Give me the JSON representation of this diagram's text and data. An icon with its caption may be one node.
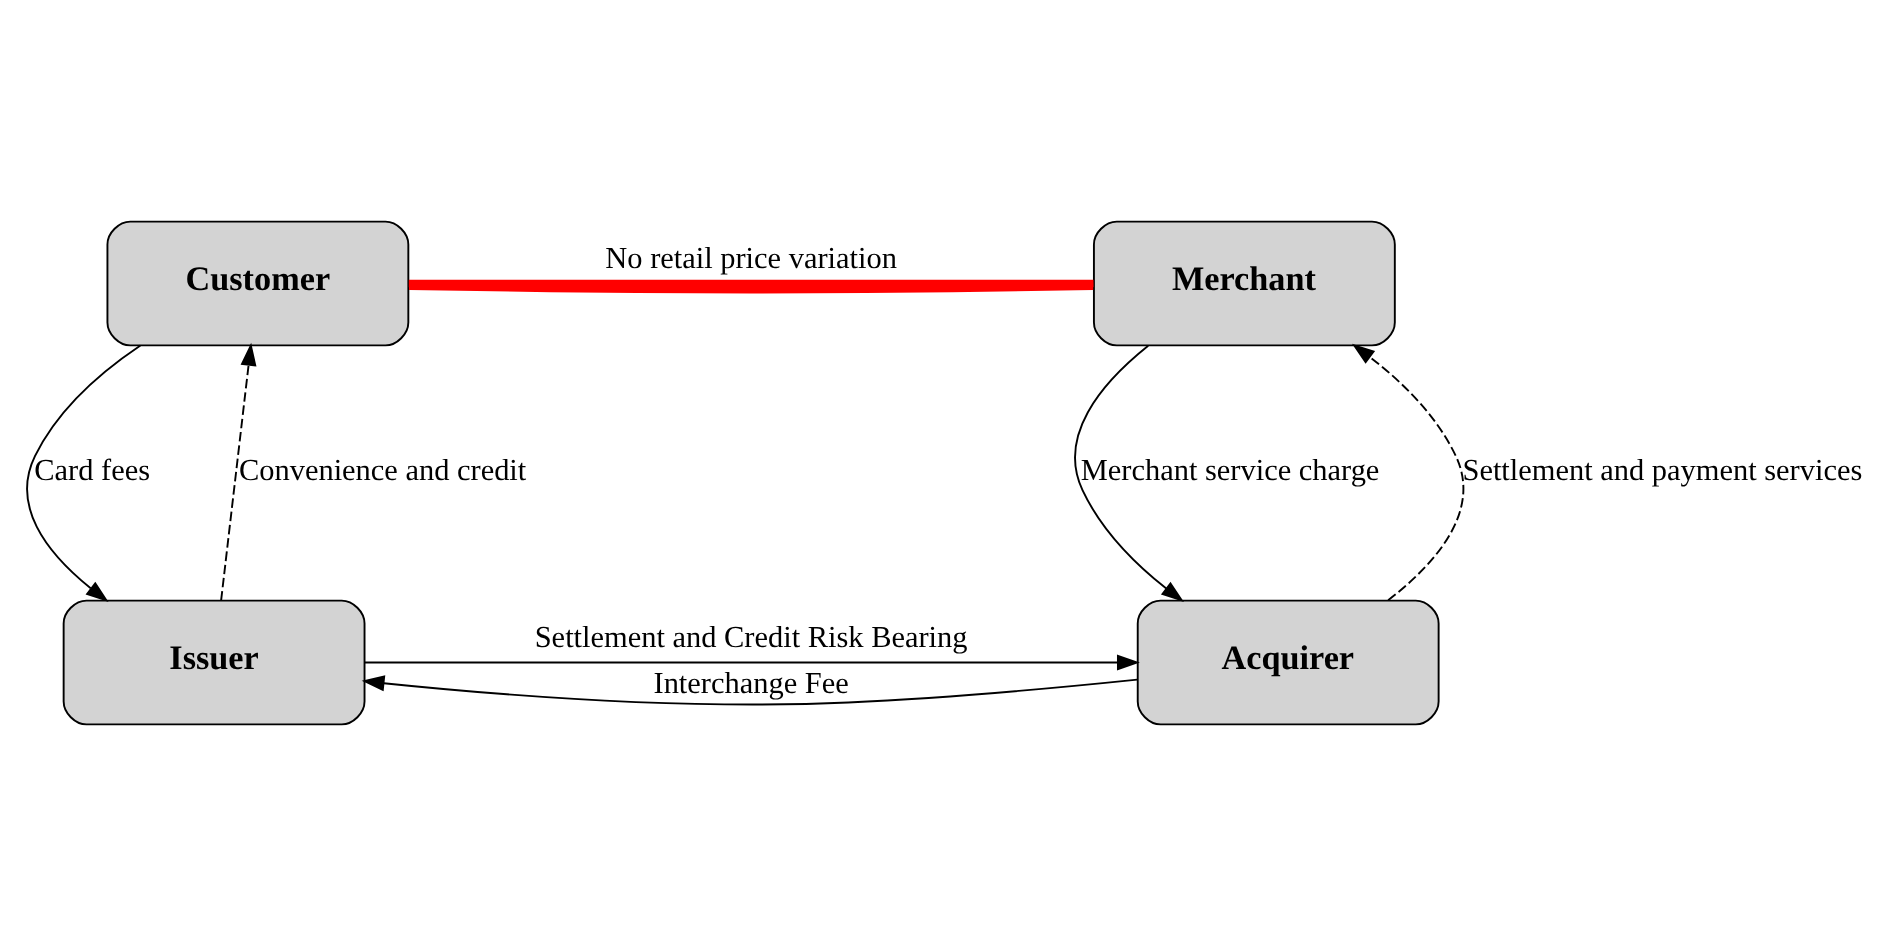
{
  "diagram": {
    "nodes": [
      {
        "text": [
          "Customer"
        ]
      },
      {
        "text": [
          "Merchant"
        ]
      },
      {
        "text": [
          "Issuer"
        ]
      },
      {
        "text": [
          "Acquirer"
        ]
      }
    ],
    "edges": [
      {
        "from": 0,
        "to": 1,
        "arrow": "none",
        "style": "thick",
        "color": "#ff0000",
        "label": "No retail price variation"
      },
      {
        "from": 0,
        "to": 1,
        "arrow": "none",
        "style": "thick",
        "color": "#ff0000"
      },
      {
        "from": 2,
        "to": 0,
        "arrow": "to",
        "style": "dashed",
        "label": "Convenience and credit"
      },
      {
        "from": 0,
        "to": 2,
        "arrow": "to",
        "label": "Card fees"
      },
      {
        "from": 1,
        "to": 3,
        "arrow": "to",
        "label": "Merchant service charge"
      },
      {
        "from": 3,
        "to": 1,
        "arrow": "to",
        "style": "dashed",
        "label": "Settlement and payment services"
      },
      {
        "from": 2,
        "to": 3,
        "arrow": "to",
        "label": "Settlement and Credit Risk Bearing"
      },
      {
        "from": 3,
        "to": 2,
        "arrow": "to",
        "label": "Interchange Fee"
      }
    ]
  }
}
